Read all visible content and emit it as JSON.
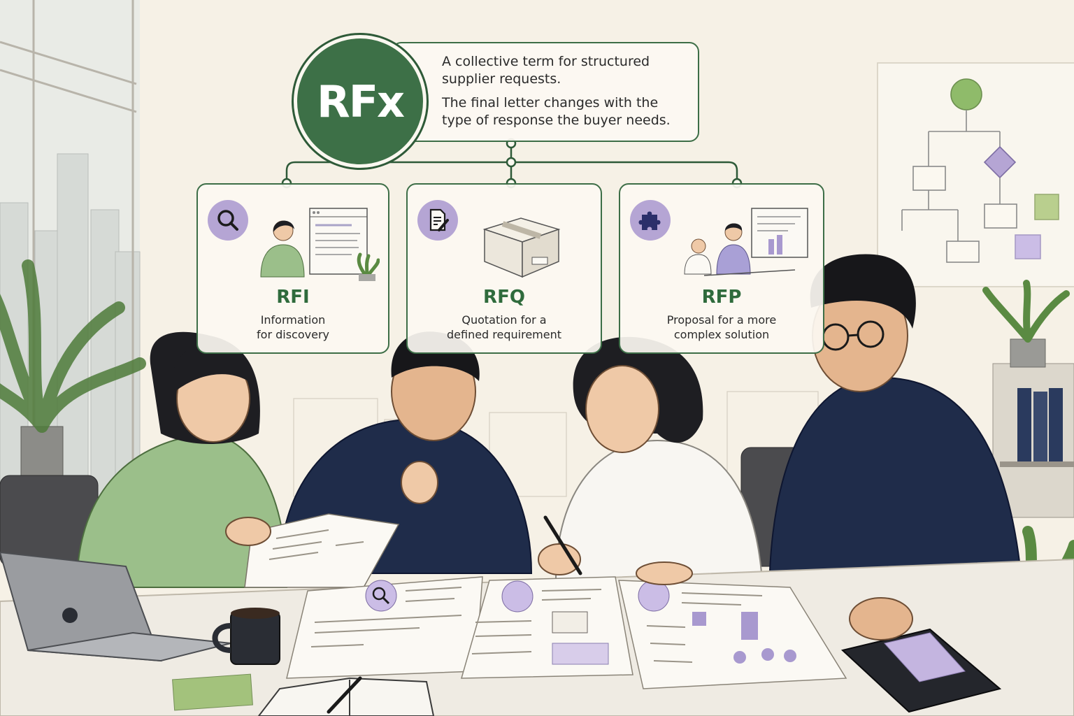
{
  "header": {
    "badge": "RFx",
    "definition": [
      "A collective term for structured supplier requests.",
      "The final letter changes with the type of response the buyer needs."
    ]
  },
  "cards": [
    {
      "title": "RFI",
      "desc_line1": "Information",
      "desc_line2": "for discovery",
      "icon": "magnifier-icon"
    },
    {
      "title": "RFQ",
      "desc_line1": "Quotation for a",
      "desc_line2": "defined requirement",
      "icon": "document-pen-icon"
    },
    {
      "title": "RFP",
      "desc_line1": "Proposal for a more",
      "desc_line2": "complex solution",
      "icon": "puzzle-icon"
    }
  ],
  "colors": {
    "brand_green": "#3d7047",
    "lavender": "#b5a5d4",
    "navy": "#1f2c4a",
    "paper": "#f6f1e6"
  }
}
